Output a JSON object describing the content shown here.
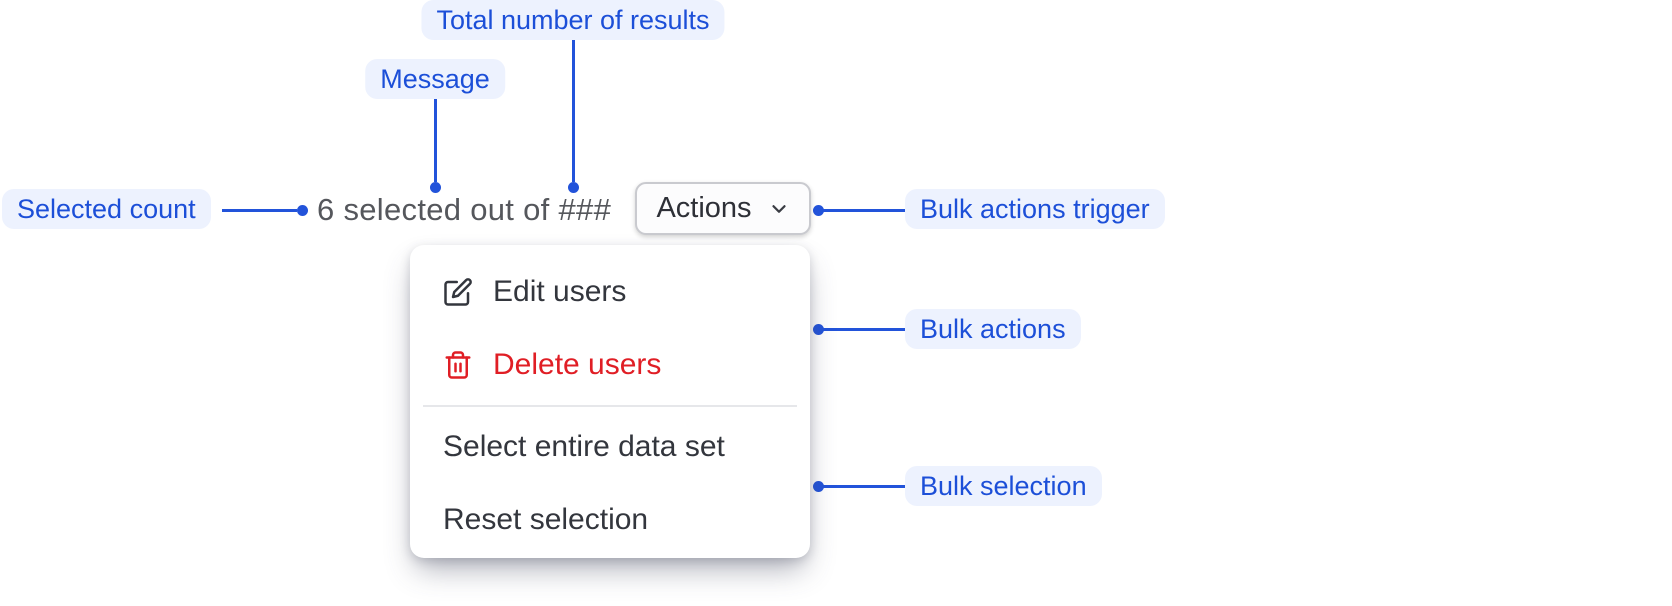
{
  "diagram": {
    "annotations": {
      "total_results": "Total number of results",
      "message": "Message",
      "selected_count": "Selected count",
      "bulk_actions_trigger": "Bulk actions trigger",
      "bulk_actions": "Bulk actions",
      "bulk_selection": "Bulk selection"
    },
    "colors": {
      "annotation_text": "#1c4fd8",
      "annotation_bg": "#edf2fe",
      "connector": "#2253da",
      "message_text": "#55575c",
      "menu_text": "#33363d",
      "destructive_red": "#e01e25"
    }
  },
  "component": {
    "selection_message": "6 selected out of ###",
    "actions_button_label": "Actions",
    "menu_items": [
      {
        "label": "Edit users",
        "icon": "edit-icon"
      },
      {
        "label": "Delete users",
        "icon": "trash-icon"
      },
      {
        "label": "Select entire data set"
      },
      {
        "label": "Reset selection"
      }
    ]
  }
}
